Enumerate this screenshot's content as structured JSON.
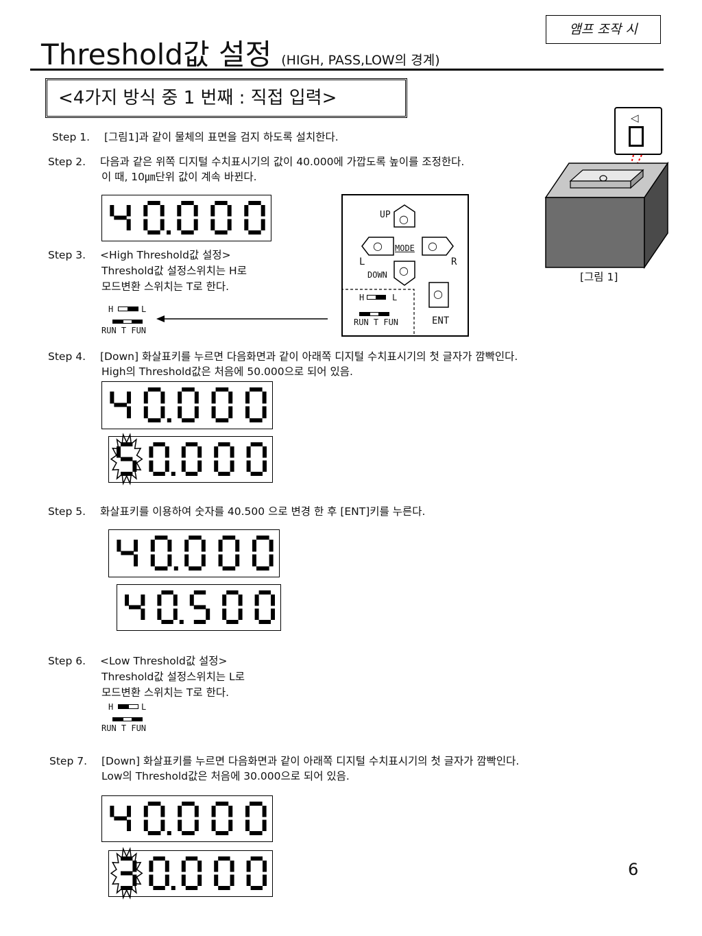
{
  "header": {
    "tag": "앰프 조작 시",
    "title": "Threshold값 설정",
    "subtitle": "(HIGH, PASS,LOW의 경계)",
    "section": "<4가지 방식 중 1 번째 : 직접 입력>"
  },
  "steps": [
    {
      "label": "Step 1.",
      "lines": [
        "[그림1]과 같이 물체의 표면을 검지 하도록 설치한다."
      ]
    },
    {
      "label": "Step 2.",
      "lines": [
        "다음과 같은 위쪽 디지털 수치표시기의 값이 40.000에 가깝도록 높이를 조정한다.",
        "이 때, 10㎛단위 값이 계속 바뀐다."
      ]
    },
    {
      "label": "Step 3.",
      "lines": [
        "<High Threshold값 설정>",
        "Threshold값 설정스위치는 H로",
        "모드변환 스위치는 T로 한다."
      ]
    },
    {
      "label": "Step 4.",
      "lines": [
        "[Down] 화살표키를 누르면 다음화면과 같이 아래쪽 디지털 수치표시기의 첫 글자가 깜빡인다.",
        "High의 Threshold값은 처음에 50.000으로 되어 있음."
      ]
    },
    {
      "label": "Step 5.",
      "lines": [
        "화살표키를 이용하여 숫자를 40.500 으로 변경 한 후 [ENT]키를 누른다."
      ]
    },
    {
      "label": "Step 6.",
      "lines": [
        "<Low Threshold값 설정>",
        "Threshold값 설정스위치는 L로",
        "모드변환 스위치는 T로 한다."
      ]
    },
    {
      "label": "Step 7.",
      "lines": [
        "[Down] 화살표키를 누르면 다음화면과 같이 아래쪽 디지털 수치표시기의 첫 글자가 깜빡인다.",
        "Low의 Threshold값은 처음에 30.000으로 되어 있음."
      ]
    }
  ],
  "displays": {
    "step2": "40.000",
    "step4_top": "40.000",
    "step4_bottom": "50.000",
    "step5_top": "40.000",
    "step5_bottom": "40.500",
    "step7_top": "40.000",
    "step7_bottom": "30.000"
  },
  "switch": {
    "h": "H",
    "l": "L",
    "modes": "RUN T FUN"
  },
  "panel": {
    "up": "UP",
    "mode": "MODE",
    "left": "L",
    "right": "R",
    "down": "DOWN",
    "ent": "ENT",
    "key_glyph": "○"
  },
  "figure": {
    "caption": "[그림 1]",
    "sensor_glyph": "◁"
  },
  "page_number": "6"
}
